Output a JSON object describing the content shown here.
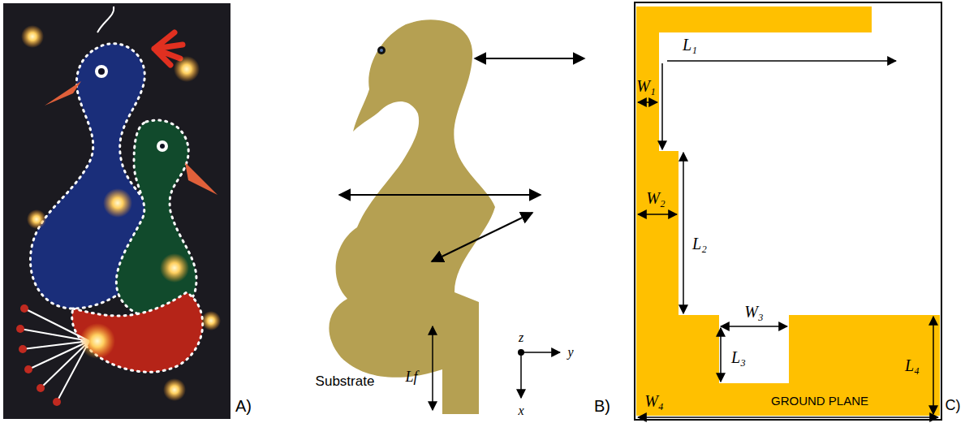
{
  "diagram": {
    "labels": [
      "A)",
      "Substrate",
      "Lf",
      "z",
      "y",
      "x",
      "B)",
      "L₁",
      "W₁",
      "W₂",
      "L₂",
      "W₃",
      "L₃",
      "L₄",
      "W₄",
      "GROUND PLANE",
      "C)"
    ]
  }
}
